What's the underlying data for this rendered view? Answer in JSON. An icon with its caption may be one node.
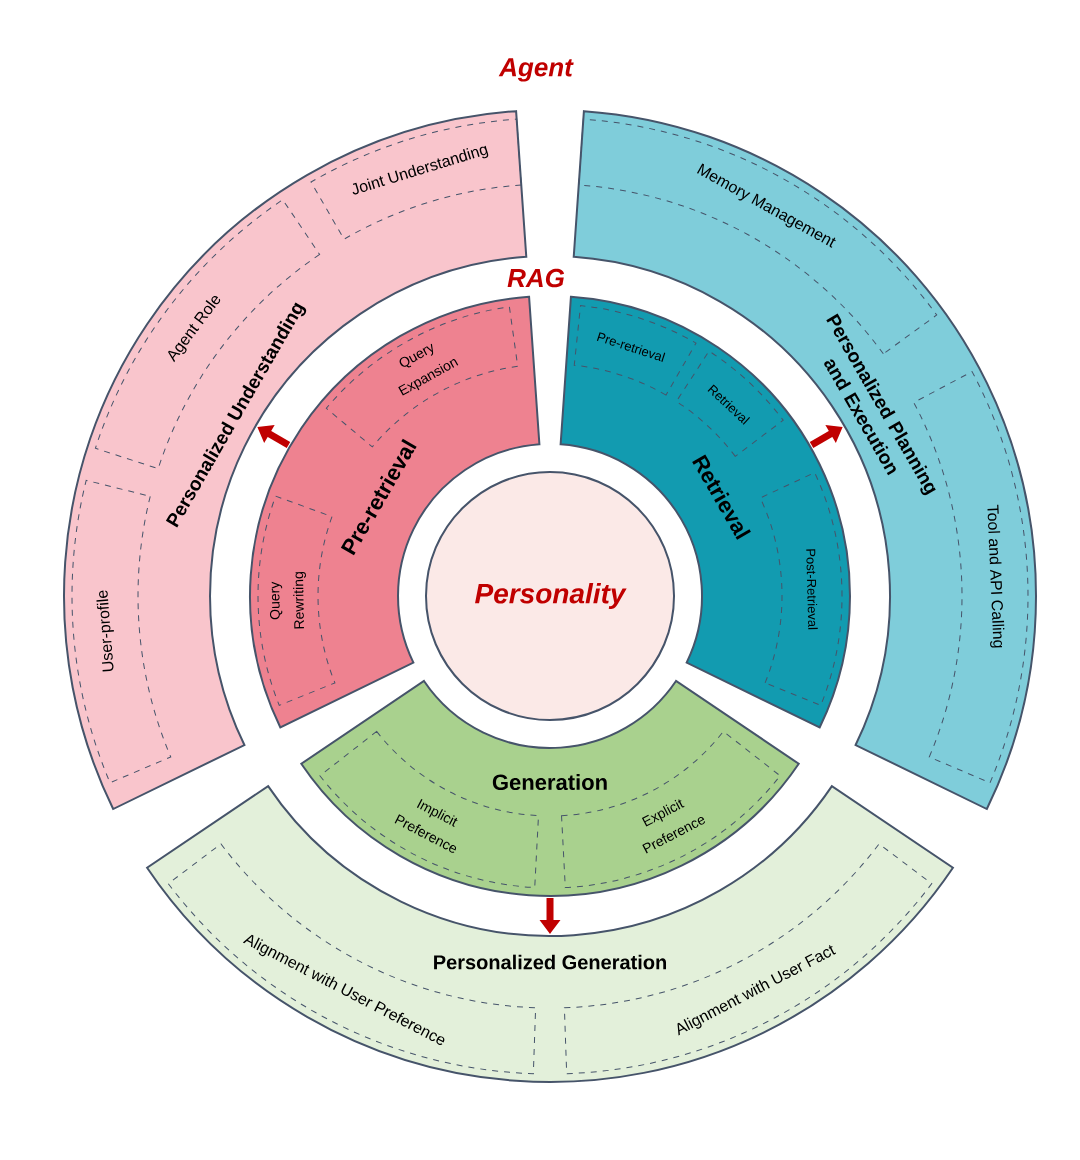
{
  "diagram": {
    "nodes": [
      {
        "text": [
          "Personality"
        ]
      },
      {
        "text": [
          "Pre-retrieval"
        ]
      },
      {
        "text": [
          "Query Rewriting"
        ],
        "in": 1
      },
      {
        "text": [
          "Query Expansion"
        ],
        "in": 1
      },
      {
        "text": [
          "Retrieval"
        ]
      },
      {
        "text": [
          "Pre-retrieval"
        ],
        "in": 4
      },
      {
        "text": [
          "Retrieval"
        ],
        "in": 4
      },
      {
        "text": [
          "Post-Retrieval"
        ],
        "in": 4
      },
      {
        "text": [
          "Generation"
        ]
      },
      {
        "text": [
          "Implicit Preference"
        ],
        "in": 8
      },
      {
        "text": [
          "Explicit Preference"
        ],
        "in": 8
      },
      {
        "text": [
          "Personalized Understanding"
        ]
      },
      {
        "text": [
          "User-profile"
        ],
        "in": 11
      },
      {
        "text": [
          "Agent Role"
        ],
        "in": 11
      },
      {
        "text": [
          "Joint Understanding"
        ],
        "in": 11
      },
      {
        "text": [
          "Personalized Planning and Execution"
        ]
      },
      {
        "text": [
          "Memory Management"
        ],
        "in": 15
      },
      {
        "text": [
          "Tool and API Calling"
        ],
        "in": 15
      },
      {
        "text": [
          "Personalized Generation"
        ]
      },
      {
        "text": [
          "Alignment with User Preference"
        ],
        "in": 18
      },
      {
        "text": [
          "Alignment with User Fact"
        ],
        "in": 18
      }
    ],
    "edges": [
      {
        "from": 1,
        "to": 11,
        "arrow": "to"
      },
      {
        "from": 4,
        "to": 15,
        "arrow": "to"
      },
      {
        "from": 8,
        "to": 18,
        "arrow": "to"
      }
    ],
    "labels": [
      "Agent",
      "RAG"
    ]
  }
}
